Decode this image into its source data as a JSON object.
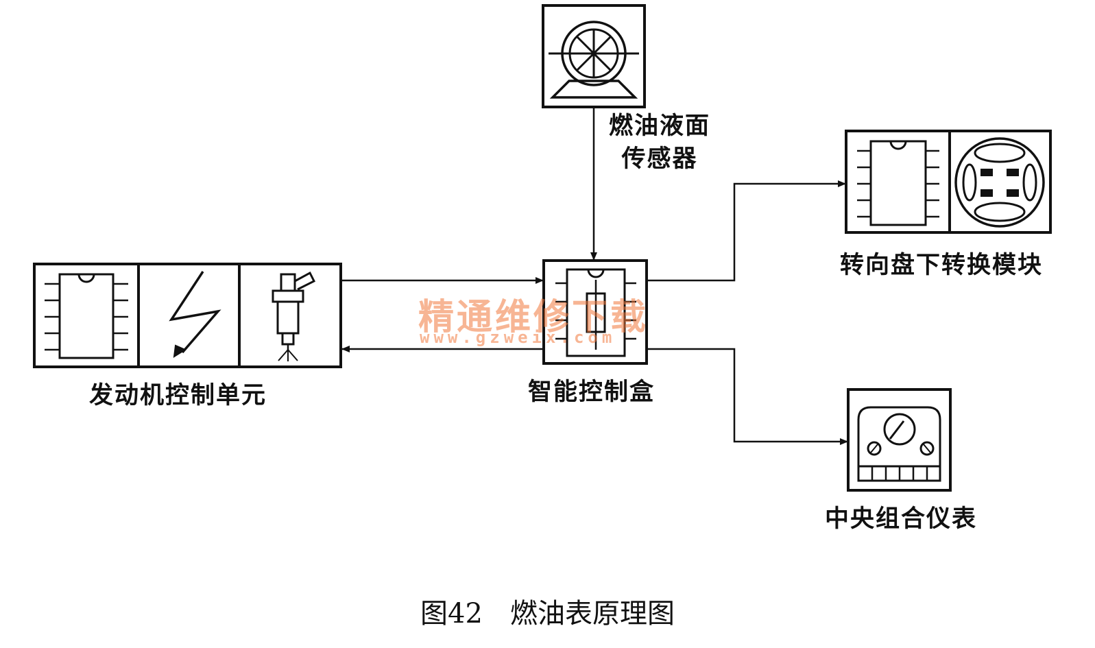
{
  "labels": {
    "fuel_sensor_line1": "燃油液面",
    "fuel_sensor_line2": "传感器",
    "ecu": "发动机控制单元",
    "smart_box": "智能控制盒",
    "steering_module": "转向盘下转换模块",
    "cluster": "中央组合仪表"
  },
  "caption": {
    "figure_no": "图42",
    "title": "燃油表原理图"
  },
  "watermark": {
    "text": "精通维修下载",
    "url": "www.gzweix.com"
  },
  "colors": {
    "stroke": "#111111",
    "watermark": "#f0783c"
  }
}
